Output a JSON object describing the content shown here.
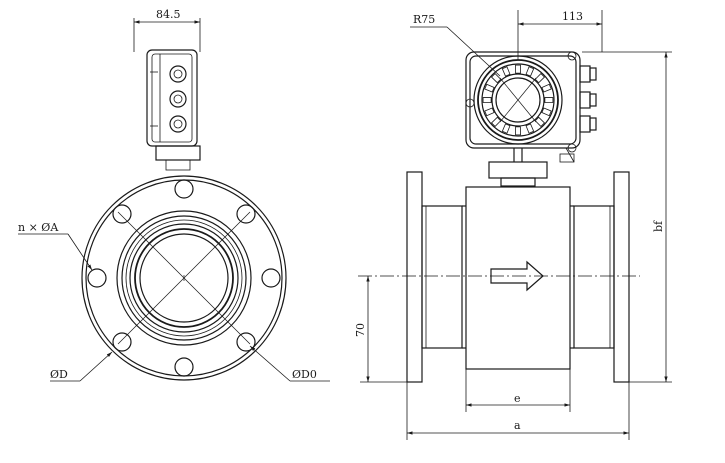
{
  "labels": {
    "dim_box_width": "84.5",
    "hole_spec": "n × ØA",
    "flange_od": "ØD",
    "bolt_circle": "ØD0",
    "radius": "R75",
    "head_offset": "113",
    "height_total": "bf",
    "axis_height": "70",
    "inner_length": "e",
    "overall_length": "a"
  }
}
